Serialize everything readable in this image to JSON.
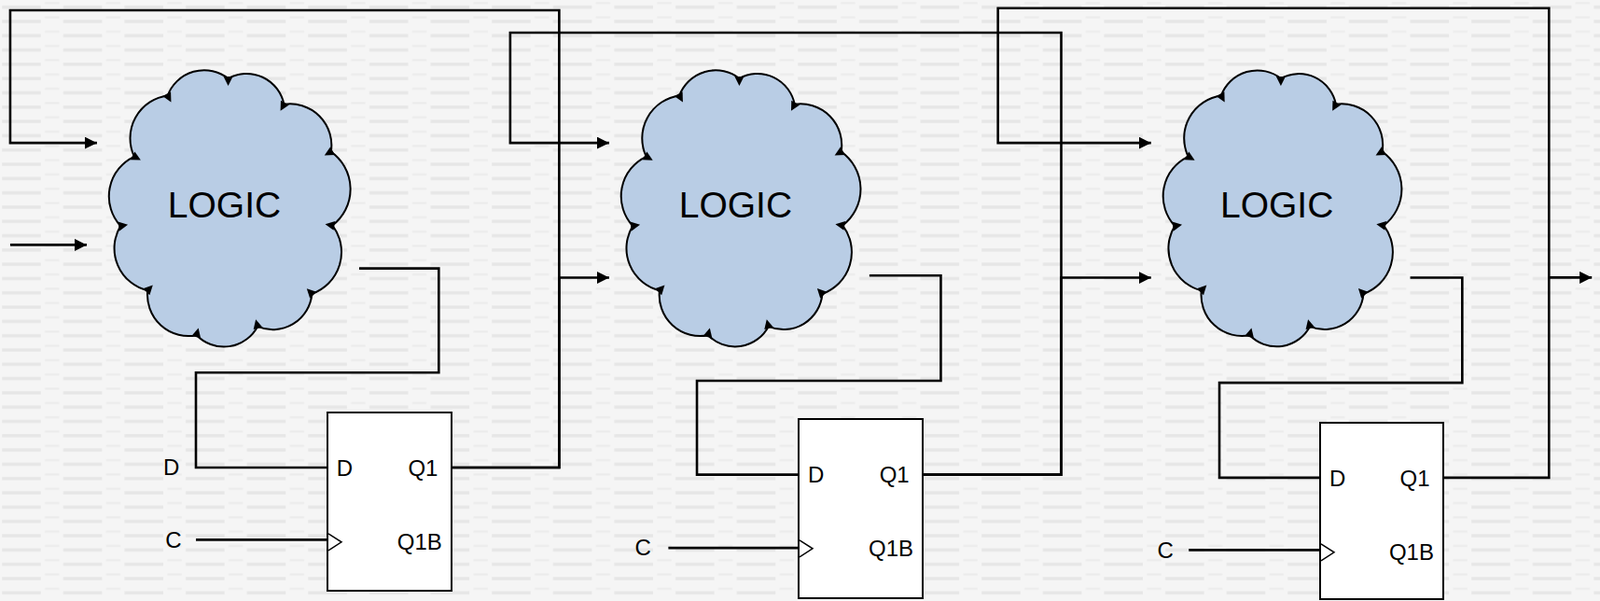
{
  "diagram": {
    "nodes": [
      {
        "text": [
          "LOGIC"
        ]
      },
      {
        "text": [
          "LOGIC"
        ]
      },
      {
        "text": [
          "LOGIC"
        ]
      },
      {
        "text": [
          "D",
          "Q1",
          "Q1B"
        ]
      },
      {
        "text": [
          "D",
          "Q1",
          "Q1B"
        ]
      },
      {
        "text": [
          "D",
          "Q1",
          "Q1B"
        ]
      }
    ],
    "edges": [
      {
        "from": 0,
        "to": 3,
        "arrow": "none"
      },
      {
        "from": 3,
        "to": 0,
        "arrow": "to"
      },
      {
        "from": 3,
        "to": 1,
        "arrow": "to"
      },
      {
        "from": 1,
        "to": 4,
        "arrow": "none"
      },
      {
        "from": 4,
        "to": 1,
        "arrow": "to"
      },
      {
        "from": 4,
        "to": 2,
        "arrow": "to"
      },
      {
        "from": 2,
        "to": 5,
        "arrow": "none"
      },
      {
        "from": 5,
        "to": 2,
        "arrow": "to"
      }
    ],
    "labels": [
      "D",
      "C",
      "C",
      "C"
    ]
  }
}
